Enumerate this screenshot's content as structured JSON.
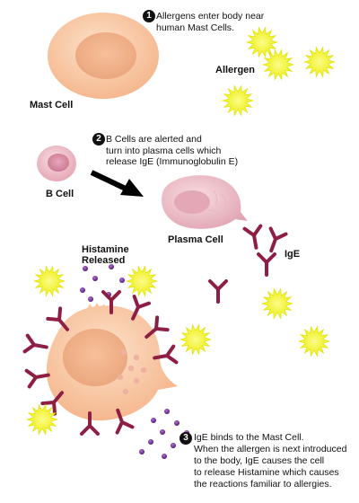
{
  "steps": [
    {
      "number": "1",
      "lines": [
        "Allergens enter body near",
        "human Mast Cells."
      ]
    },
    {
      "number": "2",
      "lines": [
        "B Cells are alerted and",
        "turn into plasma cells which",
        "release IgE (Immunoglobulin E)"
      ]
    },
    {
      "number": "3",
      "lines": [
        "IgE binds to the Mast Cell.",
        "When the allergen is next introduced",
        "to the body, IgE causes the cell",
        "to release Histamine which causes",
        "the reactions familiar to allergies."
      ]
    }
  ],
  "labels": {
    "mast_cell": "Mast Cell",
    "allergen": "Allergen",
    "b_cell": "B Cell",
    "plasma_cell": "Plasma Cell",
    "ige": "IgE",
    "histamine_line1": "Histamine",
    "histamine_line2": "Released"
  },
  "colors": {
    "cell_fill": "#f9c9a3",
    "cell_nucleus": "#f3b68d",
    "b_cell_fill": "#f1c7cf",
    "b_cell_nucleus": "#d98ea6",
    "plasma_fill": "#efc4cc",
    "plasma_nucleus": "#e0a2b4",
    "antibody": "#8e1f43",
    "allergen": "#f4f214",
    "allergen_core": "#e4e408",
    "histamine": "#6b2a8f",
    "arrow": "#000000"
  }
}
